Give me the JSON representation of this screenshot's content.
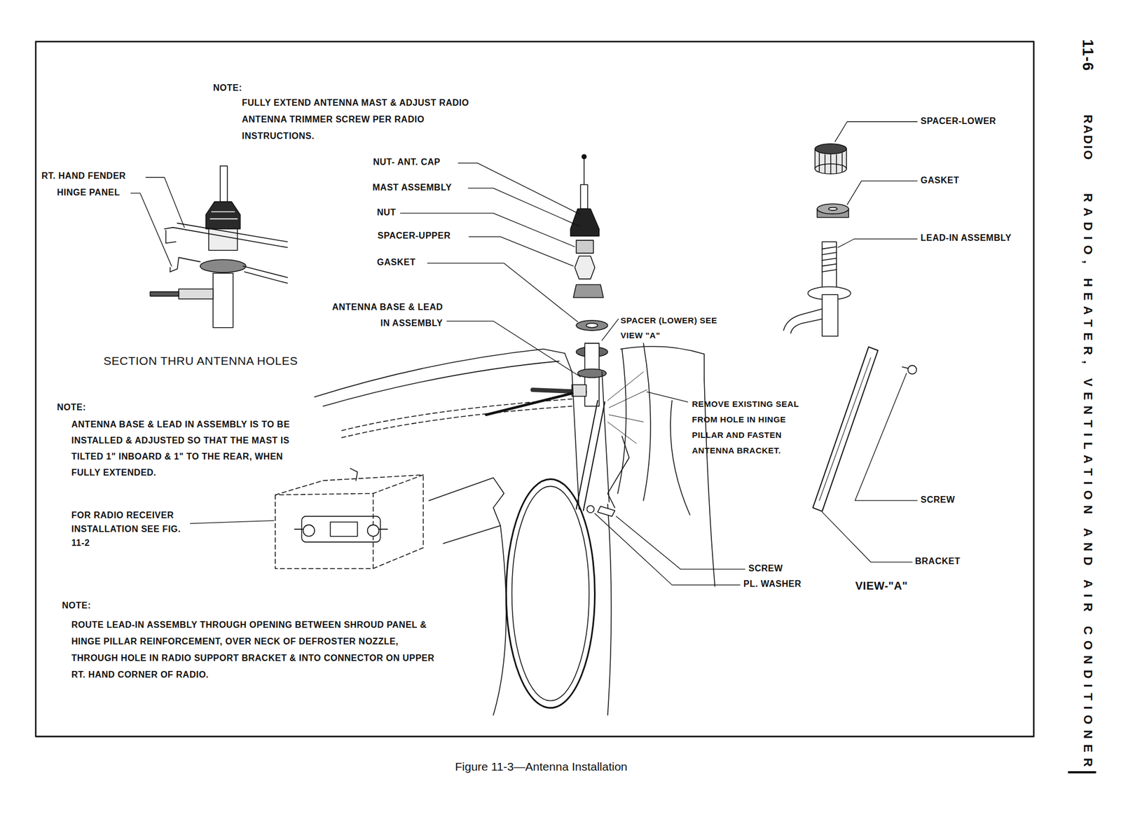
{
  "diagram": {
    "caption": "Figure 11-3—Antenna Installation",
    "labels": [
      "11-6",
      "RADIO",
      "RADIO, HEATER, VENTILATION AND AIR CONDITIONER",
      "NOTE:",
      "FULLY EXTEND ANTENNA MAST & ADJUST RADIO ANTENNA TRIMMER SCREW PER RADIO INSTRUCTIONS.",
      "RT. HAND FENDER",
      "HINGE PANEL",
      "SECTION THRU ANTENNA HOLES",
      "NUT- ANT. CAP",
      "MAST ASSEMBLY",
      "NUT",
      "SPACER-UPPER",
      "GASKET",
      "ANTENNA BASE & LEAD IN ASSEMBLY",
      "SPACER (LOWER) SEE VIEW \"A\"",
      "REMOVE EXISTING SEAL FROM HOLE IN HINGE PILLAR AND FASTEN ANTENNA BRACKET.",
      "NOTE:",
      "ANTENNA BASE & LEAD IN ASSEMBLY IS TO BE INSTALLED & ADJUSTED SO THAT THE MAST IS TILTED 1\" INBOARD & 1\" TO THE REAR, WHEN FULLY EXTENDED.",
      "FOR RADIO RECEIVER INSTALLATION SEE FIG. 11-2",
      "SCREW",
      "PL. WASHER",
      "NOTE:",
      "ROUTE LEAD-IN ASSEMBLY THROUGH OPENING BETWEEN SHROUD PANEL & HINGE PILLAR REINFORCEMENT, OVER NECK OF DEFROSTER NOZZLE, THROUGH HOLE IN RADIO SUPPORT BRACKET & INTO CONNECTOR ON UPPER RT. HAND CORNER OF RADIO.",
      "SPACER-LOWER",
      "GASKET",
      "LEAD-IN ASSEMBLY",
      "SCREW",
      "BRACKET",
      "VIEW-\"A\""
    ]
  }
}
